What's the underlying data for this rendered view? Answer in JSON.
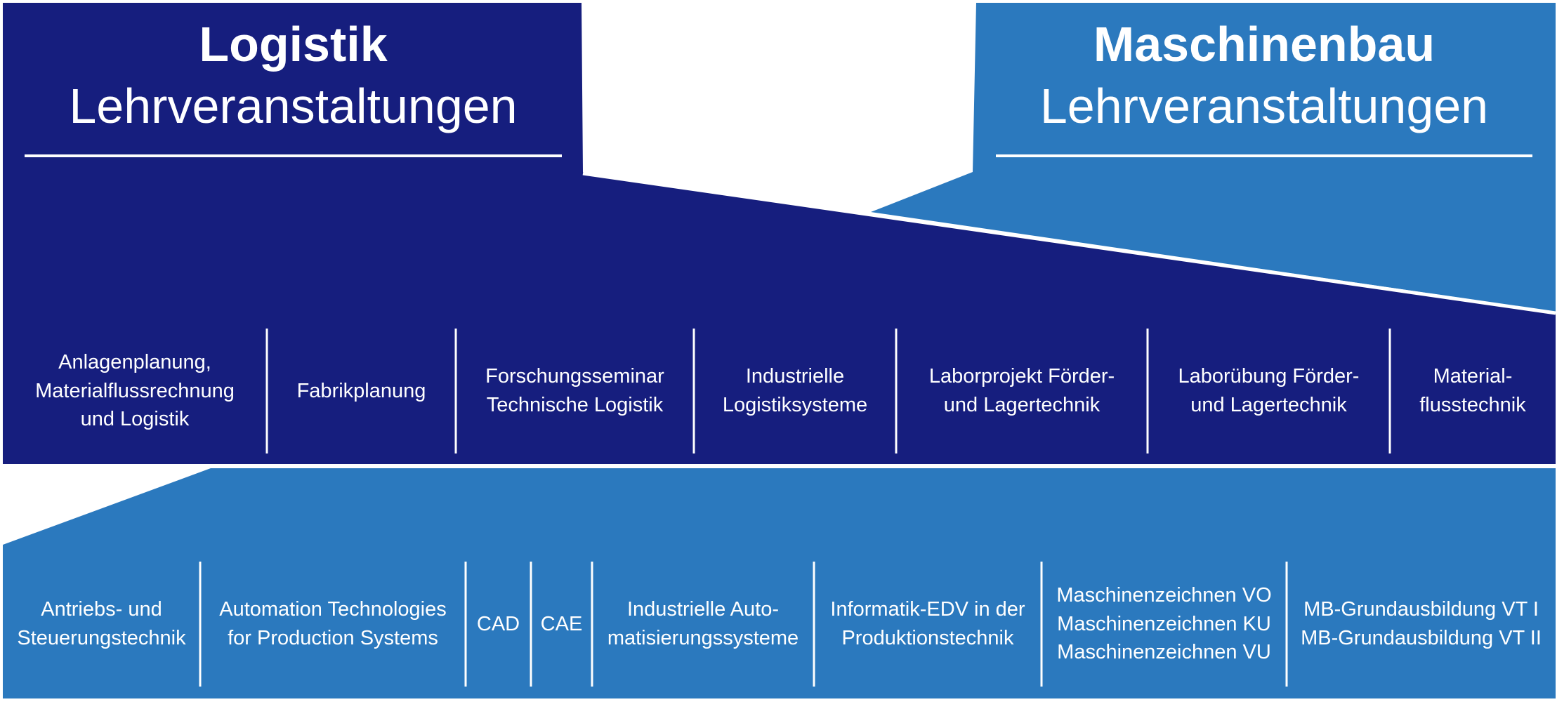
{
  "colors": {
    "logistik_blue": "#161e7e",
    "maschinenbau_blue": "#2b79be",
    "lines": "#ffffff"
  },
  "logistik": {
    "title": "Logistik",
    "subtitle": "Lehrveranstaltungen",
    "courses": [
      "Anlagenplanung,\nMaterialflussrechnung\nund Logistik",
      "Fabrikplanung",
      "Forschungsseminar\nTechnische Logistik",
      "Industrielle\nLogistiksysteme",
      "Laborprojekt Förder-\nund Lagertechnik",
      "Laborübung Förder-\nund Lagertechnik",
      "Material-\nflusstechnik"
    ]
  },
  "maschinenbau": {
    "title": "Maschinenbau",
    "subtitle": "Lehrveranstaltungen",
    "courses": [
      "Antriebs- und\nSteuerungstechnik",
      "Automation Technologies\nfor Production Systems",
      "CAD",
      "CAE",
      "Industrielle Auto-\nmatisierungssysteme",
      "Informatik-EDV in der\nProduktionstechnik",
      "Maschinenzeichnen VO\nMaschinenzeichnen KU\nMaschinenzeichnen VU",
      "MB-Grundausbildung VT I\nMB-Grundausbildung VT II"
    ]
  }
}
